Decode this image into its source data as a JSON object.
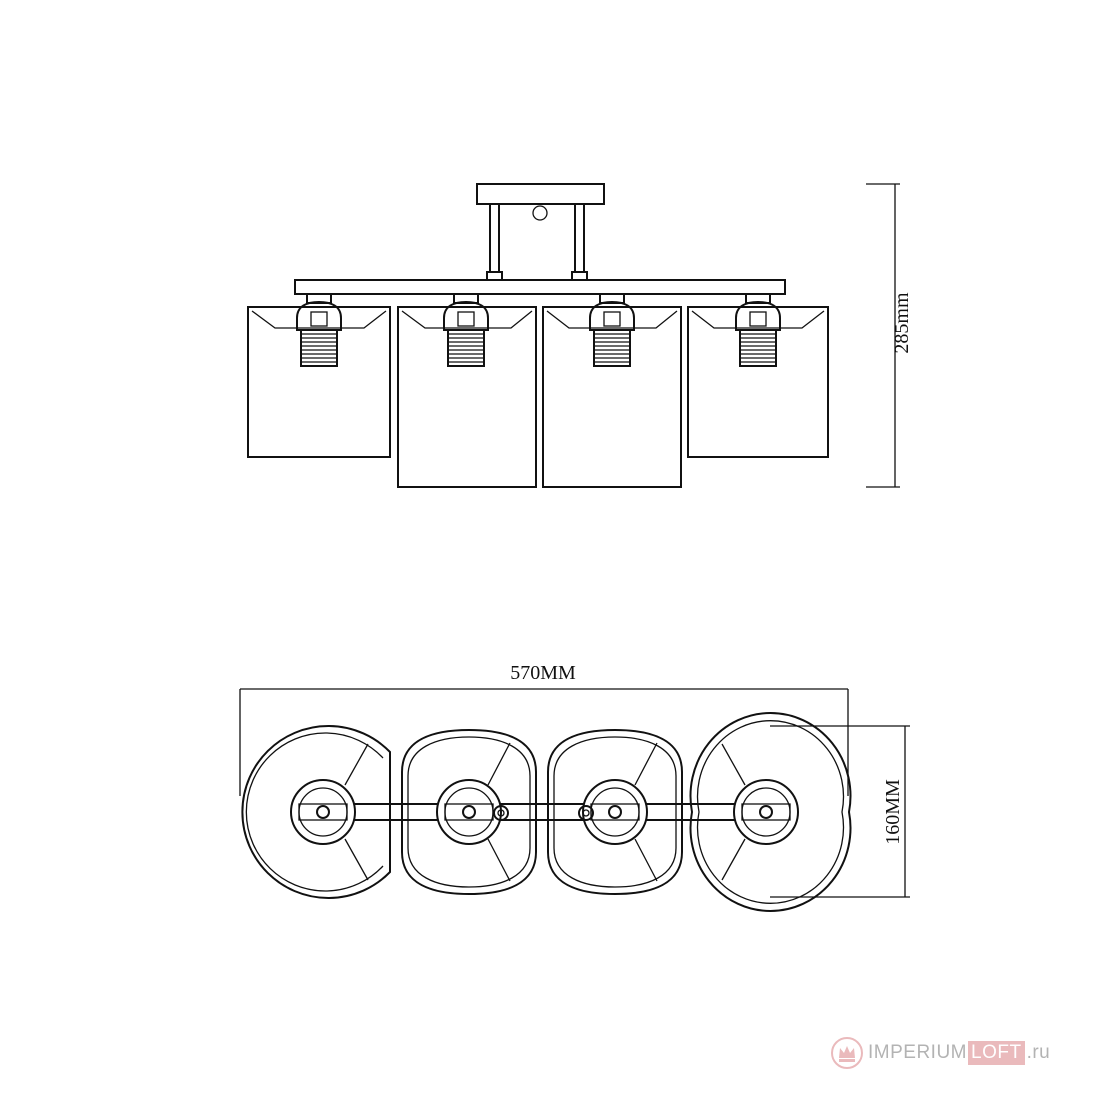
{
  "dimensions": {
    "height_label": "285mm",
    "width_label": "570MM",
    "depth_label": "160MM"
  },
  "views": {
    "front_view_shades": 4,
    "top_view_shades": 4
  },
  "watermark": {
    "part1": "IMPERIUM",
    "part2": "LOFT",
    "part3": ".ru",
    "accent_color": "#e4a3a6",
    "icon": "crown-logo-icon"
  }
}
